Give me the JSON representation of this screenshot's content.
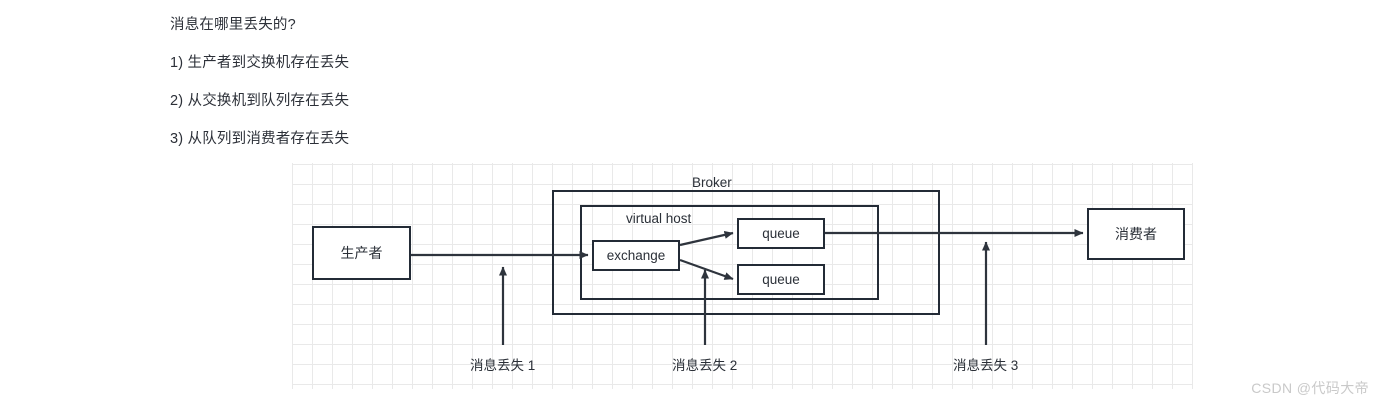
{
  "notes": {
    "heading": "消息在哪里丢失的?",
    "items": [
      "1) 生产者到交换机存在丢失",
      "2) 从交换机到队列存在丢失",
      "3) 从队列到消费者存在丢失"
    ]
  },
  "diagram": {
    "type": "flow",
    "broker_label": "Broker",
    "virtual_host_label": "virtual host",
    "nodes": {
      "producer": "生产者",
      "exchange": "exchange",
      "queue_top": "queue",
      "queue_bottom": "queue",
      "consumer": "消费者"
    },
    "loss_labels": [
      "消息丢失 1",
      "消息丢失 2",
      "消息丢失 3"
    ],
    "colors": {
      "stroke": "#232b36",
      "grid": "#e9e9e9",
      "text": "#2b3038",
      "watermark": "#c9c9c9"
    }
  },
  "watermark": {
    "text": "CSDN @代码大帝"
  }
}
